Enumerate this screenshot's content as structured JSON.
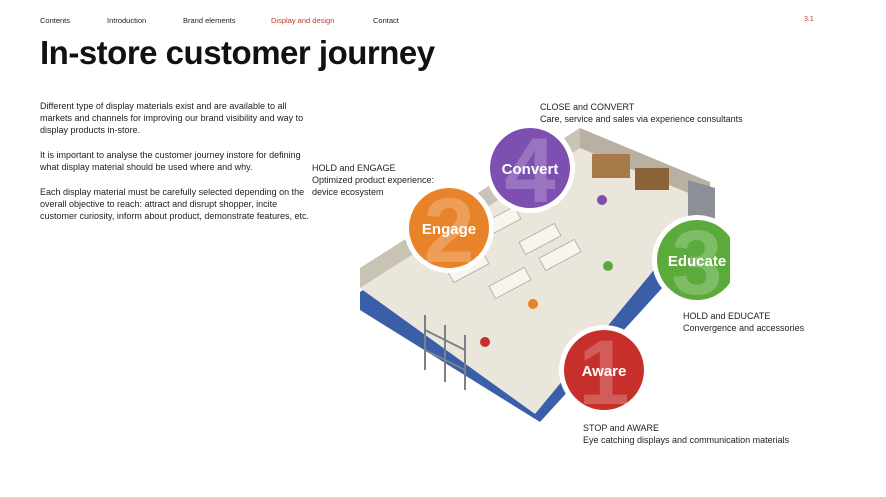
{
  "nav": {
    "items": [
      {
        "label": "Contents",
        "active": false
      },
      {
        "label": "Introduction",
        "active": false
      },
      {
        "label": "Brand elements",
        "active": false
      },
      {
        "label": "Display and design",
        "active": true
      },
      {
        "label": "Contact",
        "active": false
      }
    ],
    "active_color": "#c0392b"
  },
  "page_number": "3.1",
  "title": "In-store customer journey",
  "paragraphs": [
    "Different type of display materials exist and are available to all markets and channels for improving our brand visibility and way to display products in-store.",
    "It is important to analyse the customer journey instore for defining what display material should be used where and why.",
    "Each display material must be carefully selected depending on the overall objective to reach: attract and disrupt shopper, incite customer curiosity, inform about product, demonstrate features, etc."
  ],
  "stages": [
    {
      "number": "1",
      "name": "Aware",
      "heading": "STOP and AWARE",
      "description": "Eye catching displays and communication materials",
      "color": "#c62f2a"
    },
    {
      "number": "2",
      "name": "Engage",
      "heading": "HOLD and ENGAGE",
      "description_lines": [
        "Optimized product experience:",
        "device ecosystem"
      ],
      "color": "#e8832a"
    },
    {
      "number": "3",
      "name": "Educate",
      "heading": "HOLD and EDUCATE",
      "description": "Convergence and accessories",
      "color": "#5aab3c"
    },
    {
      "number": "4",
      "name": "Convert",
      "heading": "CLOSE and CONVERT",
      "description": "Care, service and sales via experience consultants",
      "color": "#7d4fb0"
    }
  ]
}
